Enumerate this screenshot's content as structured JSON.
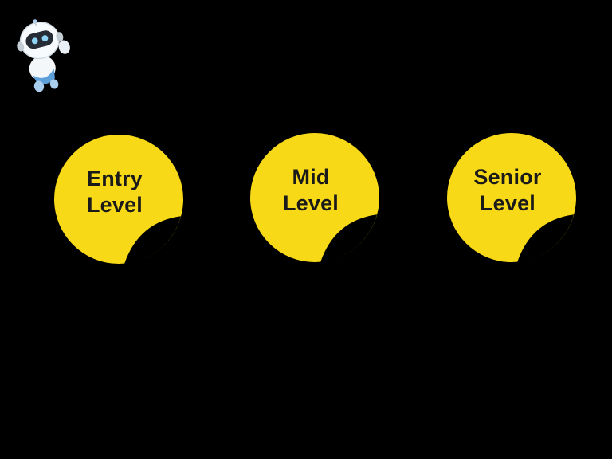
{
  "page": {
    "background_color": "#000000"
  },
  "mascot": {
    "icon": "robot-mascot"
  },
  "stickers": [
    {
      "id": "entry-level",
      "line1": "Entry",
      "line2": "Level"
    },
    {
      "id": "mid-level",
      "line1": "Mid",
      "line2": "Level"
    },
    {
      "id": "senior-level",
      "line1": "Senior",
      "line2": "Level"
    }
  ],
  "colors": {
    "sticker_fill": "#F7D917",
    "fold_fill": "#000000",
    "label_text": "#1A1A1A"
  }
}
